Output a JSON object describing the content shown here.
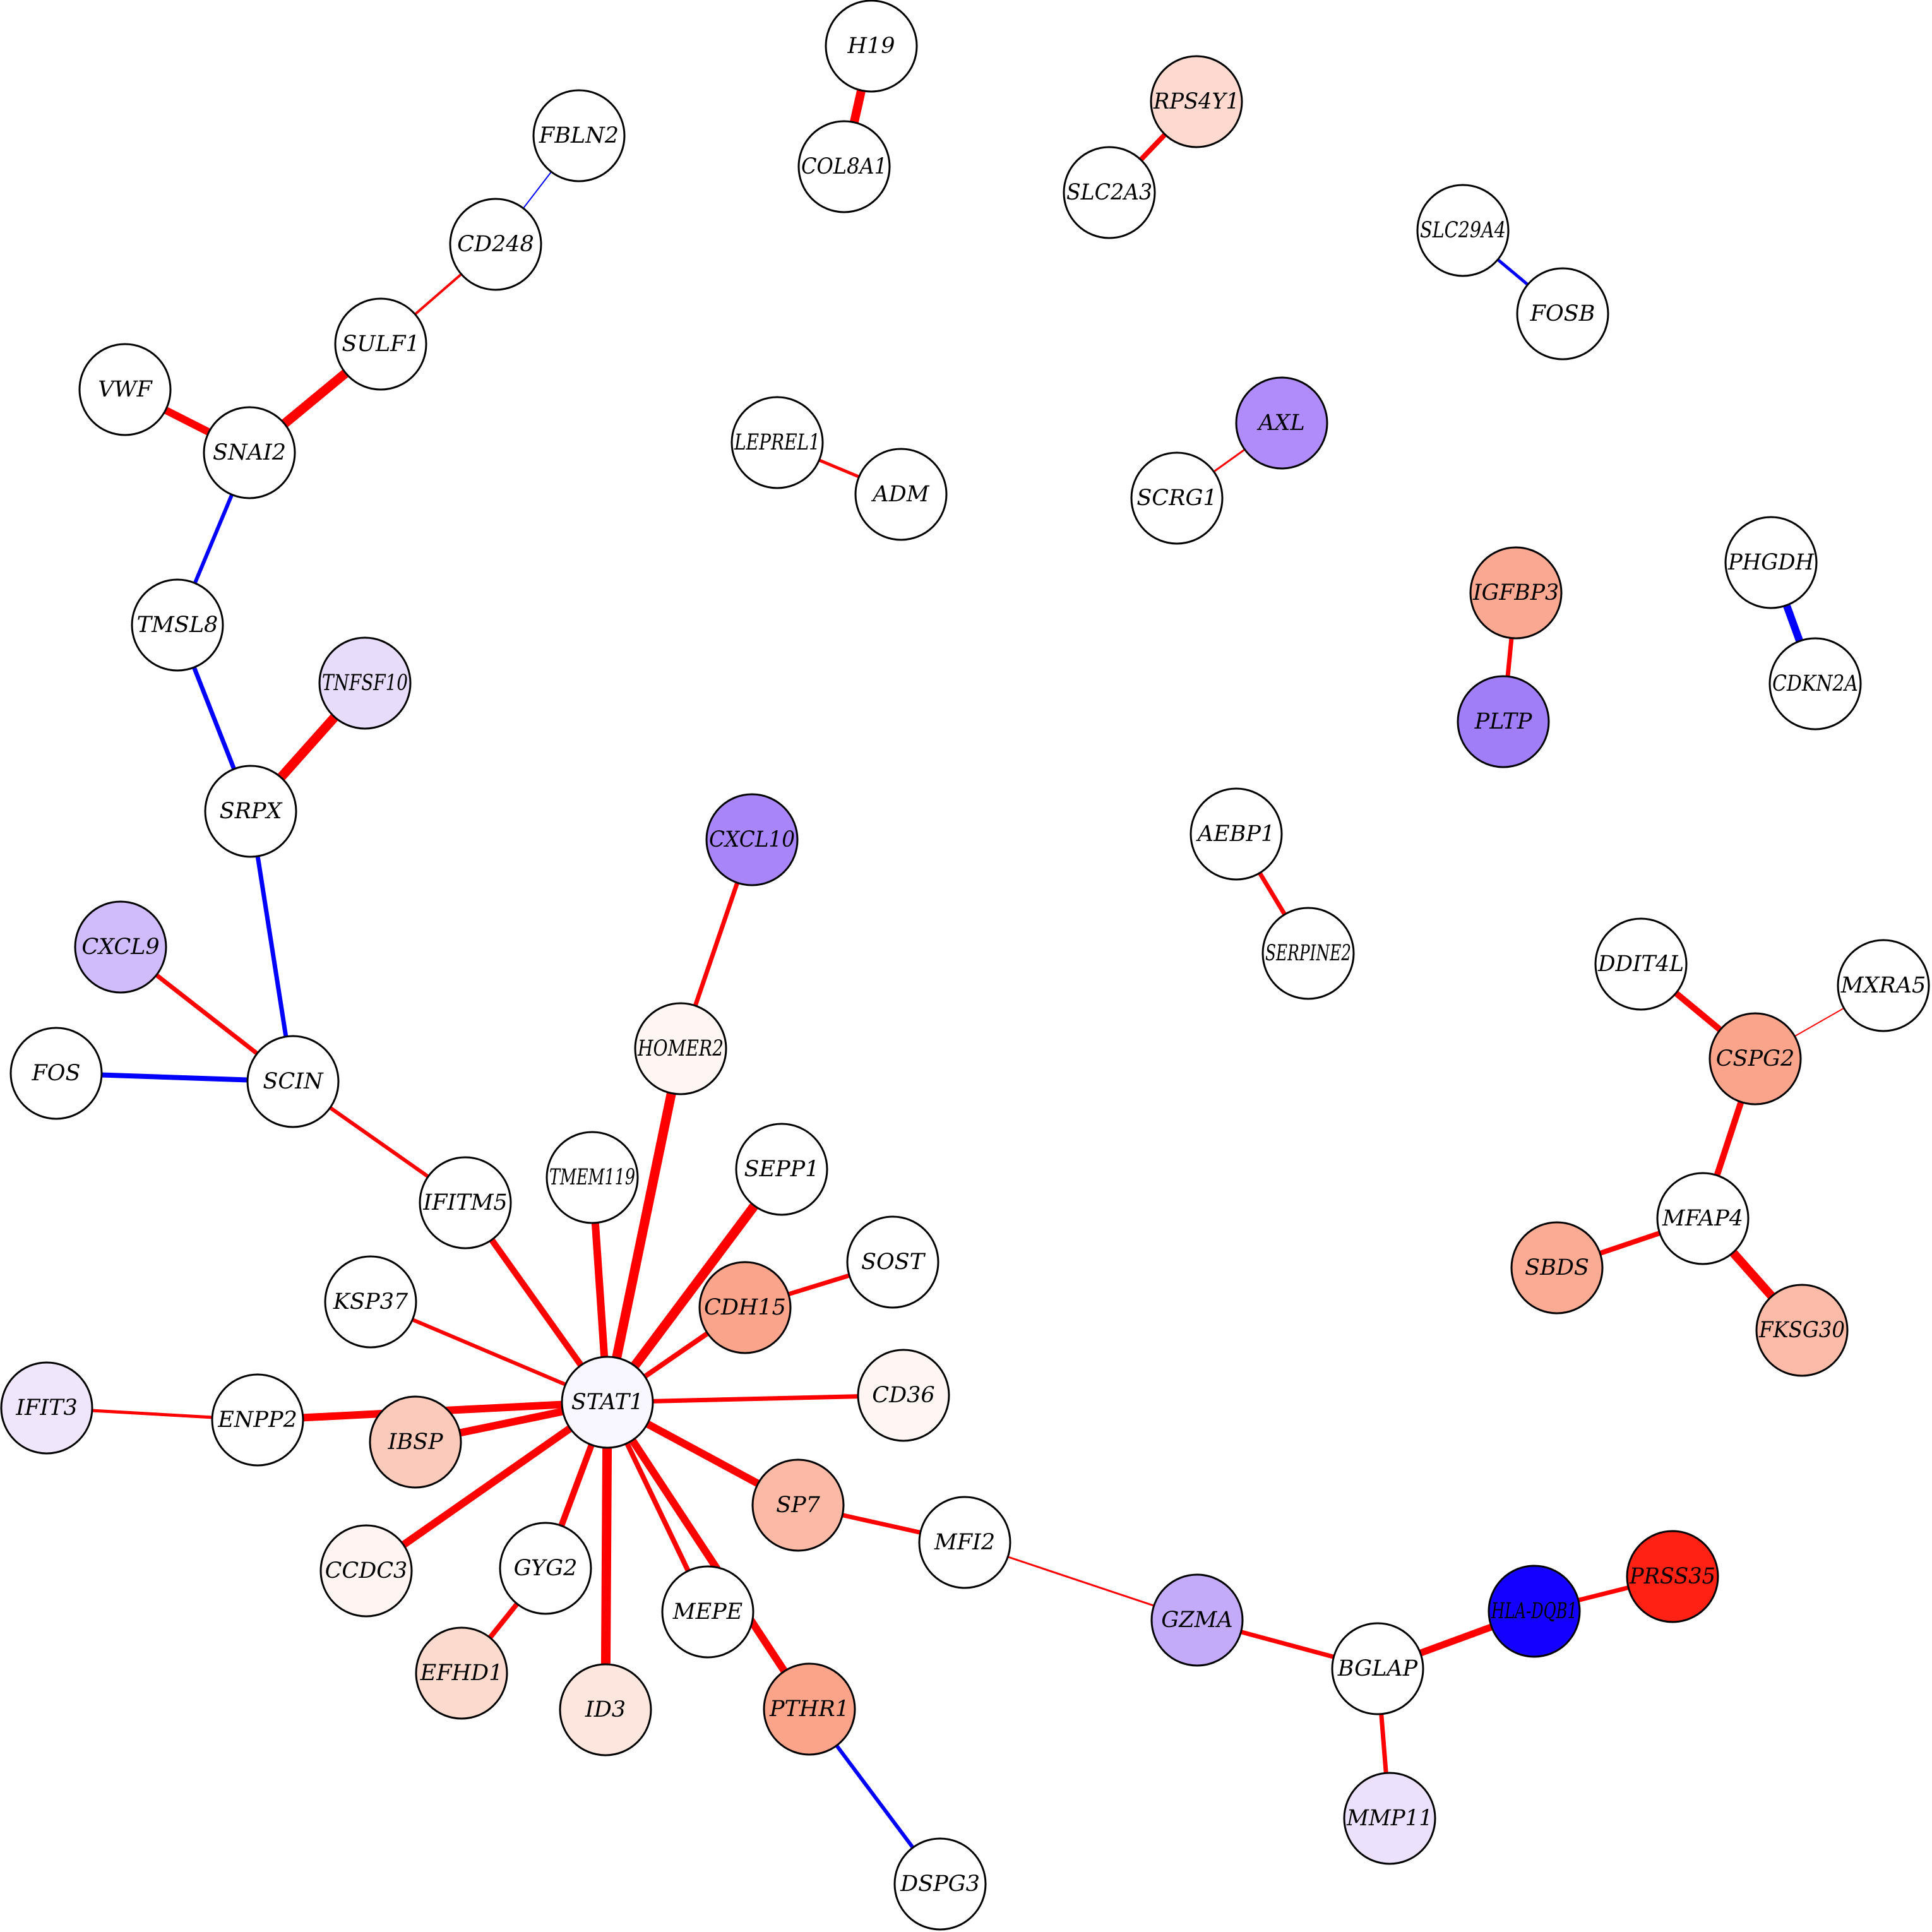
{
  "nodes": [
    {
      "id": "H19",
      "fill": "#ffffff"
    },
    {
      "id": "COL8A1",
      "fill": "#ffffff"
    },
    {
      "id": "RPS4Y1",
      "fill": "#fdd9cf"
    },
    {
      "id": "SLC2A3",
      "fill": "#ffffff"
    },
    {
      "id": "FBLN2",
      "fill": "#ffffff"
    },
    {
      "id": "CD248",
      "fill": "#ffffff"
    },
    {
      "id": "SULF1",
      "fill": "#ffffff"
    },
    {
      "id": "VWF",
      "fill": "#ffffff"
    },
    {
      "id": "SNAI2",
      "fill": "#ffffff"
    },
    {
      "id": "SLC29A4",
      "fill": "#ffffff"
    },
    {
      "id": "FOSB",
      "fill": "#ffffff"
    },
    {
      "id": "LEPREL1",
      "fill": "#ffffff"
    },
    {
      "id": "ADM",
      "fill": "#ffffff"
    },
    {
      "id": "AXL",
      "fill": "#b08cfa"
    },
    {
      "id": "SCRG1",
      "fill": "#ffffff"
    },
    {
      "id": "TMSL8",
      "fill": "#ffffff"
    },
    {
      "id": "TNFSF10",
      "fill": "#e8dcfb"
    },
    {
      "id": "SRPX",
      "fill": "#ffffff"
    },
    {
      "id": "IGFBP3",
      "fill": "#fba892"
    },
    {
      "id": "PLTP",
      "fill": "#a07ef8"
    },
    {
      "id": "PHGDH",
      "fill": "#ffffff"
    },
    {
      "id": "CDKN2A",
      "fill": "#ffffff"
    },
    {
      "id": "CXCL10",
      "fill": "#a885f8"
    },
    {
      "id": "AEBP1",
      "fill": "#ffffff"
    },
    {
      "id": "SERPINE2",
      "fill": "#ffffff"
    },
    {
      "id": "CXCL9",
      "fill": "#d0bbfb"
    },
    {
      "id": "SCIN",
      "fill": "#ffffff"
    },
    {
      "id": "FOS",
      "fill": "#ffffff"
    },
    {
      "id": "HOMER2",
      "fill": "#fff6f3"
    },
    {
      "id": "DDIT4L",
      "fill": "#ffffff"
    },
    {
      "id": "MXRA5",
      "fill": "#ffffff"
    },
    {
      "id": "CSPG2",
      "fill": "#fba48c"
    },
    {
      "id": "TMEM119",
      "fill": "#ffffff"
    },
    {
      "id": "SEPP1",
      "fill": "#ffffff"
    },
    {
      "id": "IFITM5",
      "fill": "#ffffff"
    },
    {
      "id": "SOST",
      "fill": "#ffffff"
    },
    {
      "id": "MFAP4",
      "fill": "#ffffff"
    },
    {
      "id": "KSP37",
      "fill": "#ffffff"
    },
    {
      "id": "CDH15",
      "fill": "#fba48c"
    },
    {
      "id": "SBDS",
      "fill": "#fbaa94"
    },
    {
      "id": "FKSG30",
      "fill": "#fcbba8"
    },
    {
      "id": "IFIT3",
      "fill": "#efe6fc"
    },
    {
      "id": "ENPP2",
      "fill": "#ffffff"
    },
    {
      "id": "STAT1",
      "fill": "#f8f6ff"
    },
    {
      "id": "CD36",
      "fill": "#fff6f3"
    },
    {
      "id": "IBSP",
      "fill": "#fccabb"
    },
    {
      "id": "SP7",
      "fill": "#fcb9a5"
    },
    {
      "id": "MFI2",
      "fill": "#ffffff"
    },
    {
      "id": "CCDC3",
      "fill": "#fff4f1"
    },
    {
      "id": "GYG2",
      "fill": "#ffffff"
    },
    {
      "id": "MEPE",
      "fill": "#ffffff"
    },
    {
      "id": "PRSS35",
      "fill": "#ff2214"
    },
    {
      "id": "HLA-DQB1",
      "fill": "#1400ff"
    },
    {
      "id": "GZMA",
      "fill": "#c3abfa"
    },
    {
      "id": "EFHD1",
      "fill": "#fcdacd"
    },
    {
      "id": "BGLAP",
      "fill": "#ffffff"
    },
    {
      "id": "ID3",
      "fill": "#fde6de"
    },
    {
      "id": "PTHR1",
      "fill": "#fba48a"
    },
    {
      "id": "MMP11",
      "fill": "#ece1fc"
    },
    {
      "id": "DSPG3",
      "fill": "#ffffff"
    }
  ],
  "edges": [
    {
      "source": "H19",
      "target": "COL8A1",
      "color": "#ff0000",
      "weight": 14
    },
    {
      "source": "RPS4Y1",
      "target": "SLC2A3",
      "color": "#ff0000",
      "weight": 8
    },
    {
      "source": "FBLN2",
      "target": "CD248",
      "color": "#0000ff",
      "weight": 2
    },
    {
      "source": "CD248",
      "target": "SULF1",
      "color": "#ff0000",
      "weight": 4
    },
    {
      "source": "SULF1",
      "target": "SNAI2",
      "color": "#ff0000",
      "weight": 15
    },
    {
      "source": "VWF",
      "target": "SNAI2",
      "color": "#ff0000",
      "weight": 12
    },
    {
      "source": "SNAI2",
      "target": "TMSL8",
      "color": "#0000ff",
      "weight": 6
    },
    {
      "source": "SLC29A4",
      "target": "FOSB",
      "color": "#0000ff",
      "weight": 5
    },
    {
      "source": "LEPREL1",
      "target": "ADM",
      "color": "#ff0000",
      "weight": 5
    },
    {
      "source": "AXL",
      "target": "SCRG1",
      "color": "#ff0000",
      "weight": 3
    },
    {
      "source": "TMSL8",
      "target": "SRPX",
      "color": "#0000ff",
      "weight": 7
    },
    {
      "source": "TNFSF10",
      "target": "SRPX",
      "color": "#ff0000",
      "weight": 15
    },
    {
      "source": "SRPX",
      "target": "SCIN",
      "color": "#0000ff",
      "weight": 7
    },
    {
      "source": "IGFBP3",
      "target": "PLTP",
      "color": "#ff0000",
      "weight": 7
    },
    {
      "source": "PHGDH",
      "target": "CDKN2A",
      "color": "#0000ff",
      "weight": 12
    },
    {
      "source": "CXCL10",
      "target": "HOMER2",
      "color": "#ff0000",
      "weight": 7
    },
    {
      "source": "AEBP1",
      "target": "SERPINE2",
      "color": "#ff0000",
      "weight": 7
    },
    {
      "source": "CXCL9",
      "target": "SCIN",
      "color": "#ff0000",
      "weight": 7
    },
    {
      "source": "FOS",
      "target": "SCIN",
      "color": "#0000ff",
      "weight": 8
    },
    {
      "source": "SCIN",
      "target": "IFITM5",
      "color": "#ff0000",
      "weight": 6
    },
    {
      "source": "IFITM5",
      "target": "STAT1",
      "color": "#ff0000",
      "weight": 6
    },
    {
      "source": "HOMER2",
      "target": "STAT1",
      "color": "#ff0000",
      "weight": 15
    },
    {
      "source": "DDIT4L",
      "target": "CSPG2",
      "color": "#ff0000",
      "weight": 10
    },
    {
      "source": "MXRA5",
      "target": "CSPG2",
      "color": "#ff0000",
      "weight": 2
    },
    {
      "source": "CSPG2",
      "target": "MFAP4",
      "color": "#ff0000",
      "weight": 10
    },
    {
      "source": "TMEM119",
      "target": "STAT1",
      "color": "#ff0000",
      "weight": 12
    },
    {
      "source": "SEPP1",
      "target": "STAT1",
      "color": "#ff0000",
      "weight": 15
    },
    {
      "source": "IFITM5",
      "target": "STAT1",
      "color": "#ff0000",
      "weight": 10
    },
    {
      "source": "SOST",
      "target": "CDH15",
      "color": "#ff0000",
      "weight": 7
    },
    {
      "source": "CDH15",
      "target": "STAT1",
      "color": "#ff0000",
      "weight": 8
    },
    {
      "source": "MFAP4",
      "target": "SBDS",
      "color": "#ff0000",
      "weight": 8
    },
    {
      "source": "MFAP4",
      "target": "FKSG30",
      "color": "#ff0000",
      "weight": 14
    },
    {
      "source": "KSP37",
      "target": "STAT1",
      "color": "#ff0000",
      "weight": 6
    },
    {
      "source": "IFIT3",
      "target": "ENPP2",
      "color": "#ff0000",
      "weight": 5
    },
    {
      "source": "ENPP2",
      "target": "STAT1",
      "color": "#ff0000",
      "weight": 12
    },
    {
      "source": "IBSP",
      "target": "STAT1",
      "color": "#ff0000",
      "weight": 12
    },
    {
      "source": "CD36",
      "target": "STAT1",
      "color": "#ff0000",
      "weight": 7
    },
    {
      "source": "SP7",
      "target": "STAT1",
      "color": "#ff0000",
      "weight": 12
    },
    {
      "source": "SP7",
      "target": "MFI2",
      "color": "#ff0000",
      "weight": 7
    },
    {
      "source": "CCDC3",
      "target": "STAT1",
      "color": "#ff0000",
      "weight": 12
    },
    {
      "source": "GYG2",
      "target": "STAT1",
      "color": "#ff0000",
      "weight": 10
    },
    {
      "source": "EFHD1",
      "target": "GYG2",
      "color": "#ff0000",
      "weight": 8
    },
    {
      "source": "ID3",
      "target": "STAT1",
      "color": "#ff0000",
      "weight": 15
    },
    {
      "source": "MEPE",
      "target": "STAT1",
      "color": "#ff0000",
      "weight": 8
    },
    {
      "source": "PTHR1",
      "target": "STAT1",
      "color": "#ff0000",
      "weight": 12
    },
    {
      "source": "PTHR1",
      "target": "DSPG3",
      "color": "#0000ff",
      "weight": 6
    },
    {
      "source": "MFI2",
      "target": "GZMA",
      "color": "#ff0000",
      "weight": 3
    },
    {
      "source": "GZMA",
      "target": "BGLAP",
      "color": "#ff0000",
      "weight": 7
    },
    {
      "source": "BGLAP",
      "target": "HLA-DQB1",
      "color": "#ff0000",
      "weight": 11
    },
    {
      "source": "HLA-DQB1",
      "target": "PRSS35",
      "color": "#ff0000",
      "weight": 7
    },
    {
      "source": "BGLAP",
      "target": "MMP11",
      "color": "#ff0000",
      "weight": 7
    }
  ]
}
